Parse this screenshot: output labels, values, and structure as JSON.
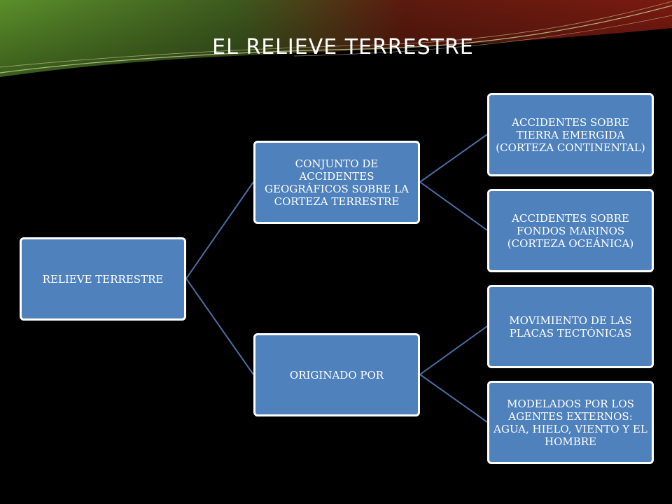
{
  "slide": {
    "title": "EL RELIEVE TERRESTRE"
  },
  "diagram": {
    "root": {
      "label": "RELIEVE TERRESTRE"
    },
    "level1": [
      {
        "label": "CONJUNTO DE ACCIDENTES GEOGRÁFICOS SOBRE LA CORTEZA TERRESTRE"
      },
      {
        "label": "ORIGINADO POR"
      }
    ],
    "level2": [
      {
        "label": "ACCIDENTES SOBRE TIERRA EMERGIDA (CORTEZA CONTINENTAL)"
      },
      {
        "label": "ACCIDENTES SOBRE FONDOS MARINOS (CORTEZA OCEÁNICA)"
      },
      {
        "label": "MOVIMIENTO DE LAS PLACAS TECTÓNICAS"
      },
      {
        "label": "MODELADOS POR LOS AGENTES EXTERNOS: AGUA, HIELO, VIENTO Y EL HOMBRE"
      }
    ]
  },
  "colors": {
    "node_fill": "#4f81bd",
    "node_border": "#ffffff",
    "connector": "#4a6fa5",
    "background": "#000000"
  }
}
